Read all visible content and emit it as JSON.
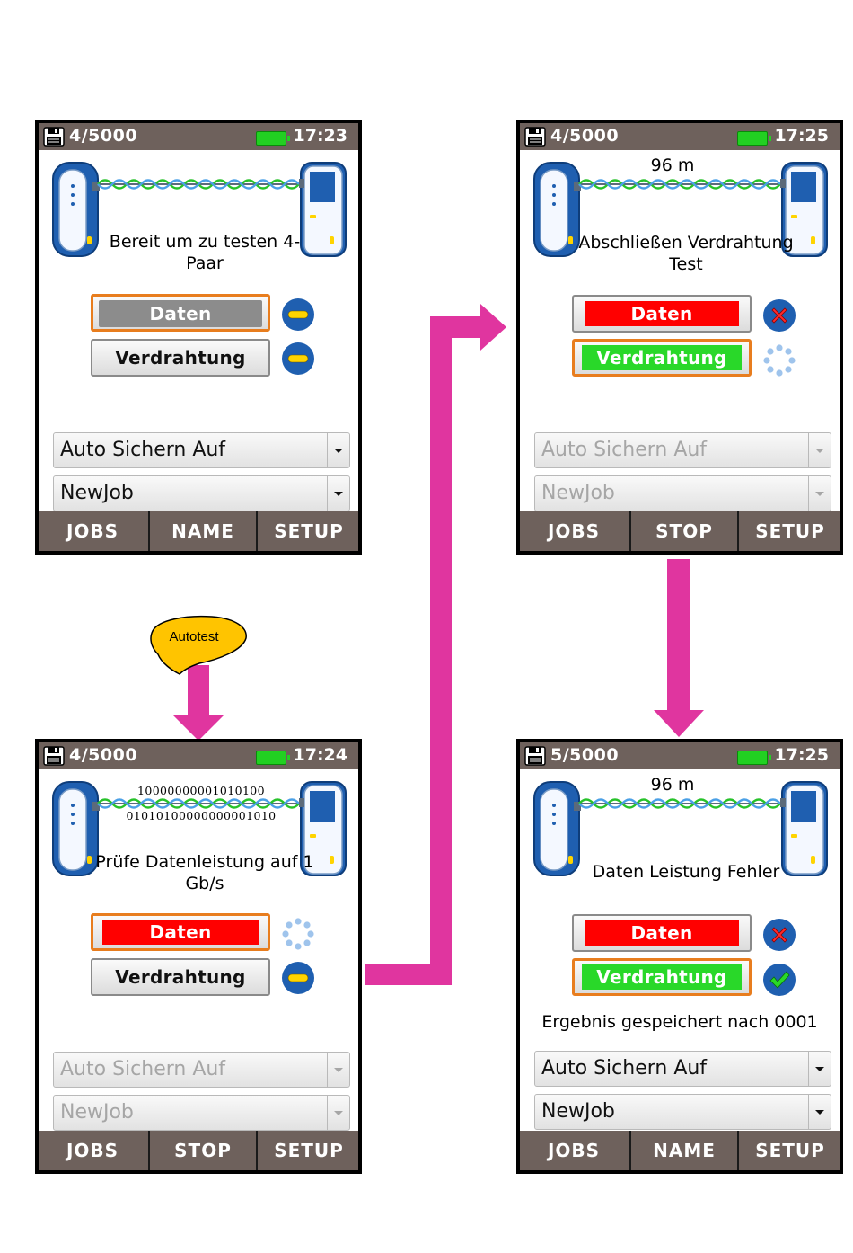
{
  "colors": {
    "statusbar": "#6e615c",
    "selected_border": "#e87d1e",
    "fail": "#ff0000",
    "pass": "#29d829",
    "arrow": "#e0359f",
    "callout": "#ffc400"
  },
  "callout": {
    "label": "Autotest"
  },
  "screens": [
    {
      "id": "ready",
      "status": {
        "count": "4/5000",
        "time": "17:23",
        "disk_icon": "floppy-disk-icon",
        "battery_icon": "battery-icon"
      },
      "message": "Bereit um zu testen 4-Paar",
      "buttons": [
        {
          "label": "Daten",
          "state": "selected",
          "indicator": "pending-dash-icon"
        },
        {
          "label": "Verdrahtung",
          "state": "normal",
          "indicator": "pending-dash-icon"
        }
      ],
      "combos": [
        {
          "value": "Auto Sichern Auf"
        },
        {
          "value": "NewJob"
        }
      ],
      "softkeys": [
        "JOBS",
        "NAME",
        "SETUP"
      ]
    },
    {
      "id": "data-test",
      "status": {
        "count": "4/5000",
        "time": "17:24",
        "disk_icon": "floppy-disk-icon",
        "battery_icon": "battery-icon"
      },
      "binary": [
        "10000000001010100",
        "01010100000000001010"
      ],
      "message": "Prüfe Datenleistung auf 1 Gb/s",
      "buttons": [
        {
          "label": "Daten",
          "state": "running",
          "indicator": "spinner-icon"
        },
        {
          "label": "Verdrahtung",
          "state": "normal",
          "indicator": "pending-dash-icon"
        }
      ],
      "combos": [
        {
          "value": "Auto Sichern Auf"
        },
        {
          "value": "NewJob"
        }
      ],
      "softkeys": [
        "JOBS",
        "STOP",
        "SETUP"
      ]
    },
    {
      "id": "wiremap-test",
      "status": {
        "count": "4/5000",
        "time": "17:25",
        "disk_icon": "floppy-disk-icon",
        "battery_icon": "battery-icon"
      },
      "distance": "96 m",
      "message": "Abschließen Verdrahtung Test",
      "buttons": [
        {
          "label": "Daten",
          "state": "fail",
          "indicator": "fail-x-icon"
        },
        {
          "label": "Verdrahtung",
          "state": "running",
          "indicator": "spinner-icon"
        }
      ],
      "combos": [
        {
          "value": "Auto Sichern Auf"
        },
        {
          "value": "NewJob"
        }
      ],
      "softkeys": [
        "JOBS",
        "STOP",
        "SETUP"
      ]
    },
    {
      "id": "result",
      "status": {
        "count": "5/5000",
        "time": "17:25",
        "disk_icon": "floppy-disk-icon",
        "battery_icon": "battery-icon"
      },
      "distance": "96 m",
      "message": "Daten Leistung Fehler",
      "buttons": [
        {
          "label": "Daten",
          "state": "fail",
          "indicator": "fail-x-icon"
        },
        {
          "label": "Verdrahtung",
          "state": "pass",
          "indicator": "pass-check-icon"
        }
      ],
      "saved": "Ergebnis gespeichert nach 0001",
      "combos": [
        {
          "value": "Auto Sichern Auf"
        },
        {
          "value": "NewJob"
        }
      ],
      "softkeys": [
        "JOBS",
        "NAME",
        "SETUP"
      ]
    }
  ]
}
